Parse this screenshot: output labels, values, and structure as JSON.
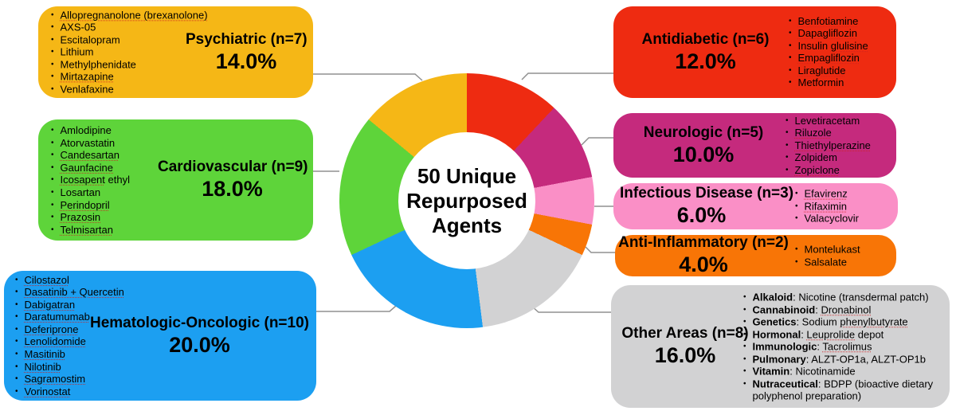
{
  "figure_title": "50 Unique Repurposed Agents",
  "center_label": {
    "lines": [
      "50 Unique",
      "Repurposed",
      "Agents"
    ]
  },
  "colors": {
    "background": "#ffffff",
    "text": "#000000",
    "connector": "#909090",
    "spellcheck_underline": "#cd2323"
  },
  "chart_data": {
    "type": "pie",
    "variant": "donut",
    "title": "50 Unique Repurposed Agents",
    "total_agents": 50,
    "start_angle_deg": 0,
    "direction": "clockwise",
    "legend_position": "callout-boxes",
    "segments": [
      {
        "label": "Antidiabetic",
        "n": 6,
        "pct": 12.0,
        "color": "#ee2b11"
      },
      {
        "label": "Neurologic",
        "n": 5,
        "pct": 10.0,
        "color": "#c52a7d"
      },
      {
        "label": "Infectious Disease",
        "n": 3,
        "pct": 6.0,
        "color": "#fa8fc6"
      },
      {
        "label": "Anti-Inflammatory",
        "n": 2,
        "pct": 4.0,
        "color": "#f87506"
      },
      {
        "label": "Other Areas",
        "n": 8,
        "pct": 16.0,
        "color": "#d2d2d3"
      },
      {
        "label": "Hematologic-Oncologic",
        "n": 10,
        "pct": 20.0,
        "color": "#1c9ff1"
      },
      {
        "label": "Cardiovascular",
        "n": 9,
        "pct": 18.0,
        "color": "#5ed43a"
      },
      {
        "label": "Psychiatric",
        "n": 7,
        "pct": 14.0,
        "color": "#f5b716"
      }
    ]
  },
  "boxes": {
    "psychiatric": {
      "title": "Psychiatric (n=7)",
      "pct_label": "14.0%",
      "color": "#f5b716",
      "items": [
        {
          "text": "Allopregnanolone (brexanolone)",
          "u": "Allopregnanolone (brexanolone)"
        },
        {
          "text": "AXS-05"
        },
        {
          "text": "Escitalopram"
        },
        {
          "text": "Lithium"
        },
        {
          "text": "Methylphenidate"
        },
        {
          "text": "Mirtazapine",
          "u": "Mirtazapine"
        },
        {
          "text": "Venlafaxine"
        }
      ]
    },
    "cardiovascular": {
      "title": "Cardiovascular (n=9)",
      "pct_label": "18.0%",
      "color": "#5ed43a",
      "items": [
        {
          "text": "Amlodipine"
        },
        {
          "text": "Atorvastatin"
        },
        {
          "text": "Candesartan",
          "u": "Candesartan"
        },
        {
          "text": "Gaunfacine",
          "u": "Gaunfacine"
        },
        {
          "text": "Icosapent ethyl",
          "u": "Icosapent"
        },
        {
          "text": "Losartan"
        },
        {
          "text": "Perindopril",
          "u": "Perindopril"
        },
        {
          "text": "Prazosin",
          "u": "Prazosin"
        },
        {
          "text": "Telmisartan",
          "u": "Telmisartan"
        }
      ]
    },
    "hematologic": {
      "title": "Hematologic-Oncologic (n=10)",
      "pct_label": "20.0%",
      "color": "#1c9ff1",
      "items": [
        {
          "text": "Cilostazol",
          "u": "Cilostazol"
        },
        {
          "text": "Dasatinib + Quercetin",
          "u": "Dasatinib + Quercetin"
        },
        {
          "text": "Dabigatran",
          "u": "Dabigatran"
        },
        {
          "text": "Daratumumab",
          "u": "Daratumumab"
        },
        {
          "text": "Deferiprone",
          "u": "Deferiprone"
        },
        {
          "text": "Lenolidomide",
          "u": "Lenolidomide"
        },
        {
          "text": "Masitinib",
          "u": "Masitinib"
        },
        {
          "text": "Nilotinib",
          "u": "Nilotinib"
        },
        {
          "text": "Sagramostim",
          "u": "Sagramostim"
        },
        {
          "text": "Vorinostat",
          "u": "Vorinostat"
        }
      ]
    },
    "antidiabetic": {
      "title": "Antidiabetic (n=6)",
      "pct_label": "12.0%",
      "color": "#ee2b11",
      "items": [
        {
          "text": "Benfotiamine",
          "u": "Benfotiamine"
        },
        {
          "text": "Dapagliflozin",
          "u": "Dapagliflozin"
        },
        {
          "text": "Insulin glulisine",
          "u": "glulisine"
        },
        {
          "text": "Empagliflozin",
          "u": "Empagliflozin"
        },
        {
          "text": "Liraglutide",
          "u": "Liraglutide"
        },
        {
          "text": "Metformin"
        }
      ]
    },
    "neurologic": {
      "title": "Neurologic (n=5)",
      "pct_label": "10.0%",
      "color": "#c52a7d",
      "items": [
        {
          "text": "Levetiracetam"
        },
        {
          "text": "Riluzole",
          "u": "Riluzole"
        },
        {
          "text": "Thiethylperazine",
          "u": "Thiethylperazine"
        },
        {
          "text": "Zolpidem"
        },
        {
          "text": "Zopiclone",
          "u": "Zopiclone"
        }
      ]
    },
    "infectious": {
      "title": "Infectious Disease (n=3)",
      "pct_label": "6.0%",
      "color": "#fa8fc6",
      "items": [
        {
          "text": "Efavirenz",
          "u": "Efavirenz"
        },
        {
          "text": "Rifaximin",
          "u": "Rifaximin"
        },
        {
          "text": "Valacyclovir"
        }
      ]
    },
    "antiinflammatory": {
      "title": "Anti-Inflammatory (n=2)",
      "pct_label": "4.0%",
      "color": "#f87506",
      "items": [
        {
          "text": "Montelukast"
        },
        {
          "text": "Salsalate"
        }
      ]
    },
    "other": {
      "title": "Other Areas (n=8)",
      "pct_label": "16.0%",
      "color": "#d2d2d3",
      "items": [
        {
          "label": "Alkaloid",
          "text": "Nicotine (transdermal patch)"
        },
        {
          "label": "Cannabinoid",
          "text": "Dronabinol",
          "u": "Dronabinol"
        },
        {
          "label": "Genetics",
          "text": "Sodium phenylbutyrate",
          "u": "phenylbutyrate"
        },
        {
          "label": "Hormonal",
          "text": "Leuprolide depot",
          "u": "Leuprolide"
        },
        {
          "label": "Immunologic",
          "text": "Tacrolimus",
          "u": "Tacrolimus"
        },
        {
          "label": "Pulmonary",
          "text": "ALZT-OP1a, ALZT-OP1b"
        },
        {
          "label": "Vitamin",
          "text": "Nicotinamide"
        },
        {
          "label": "Nutraceutical",
          "text": "BDPP (bioactive dietary polyphenol preparation)"
        }
      ]
    }
  }
}
